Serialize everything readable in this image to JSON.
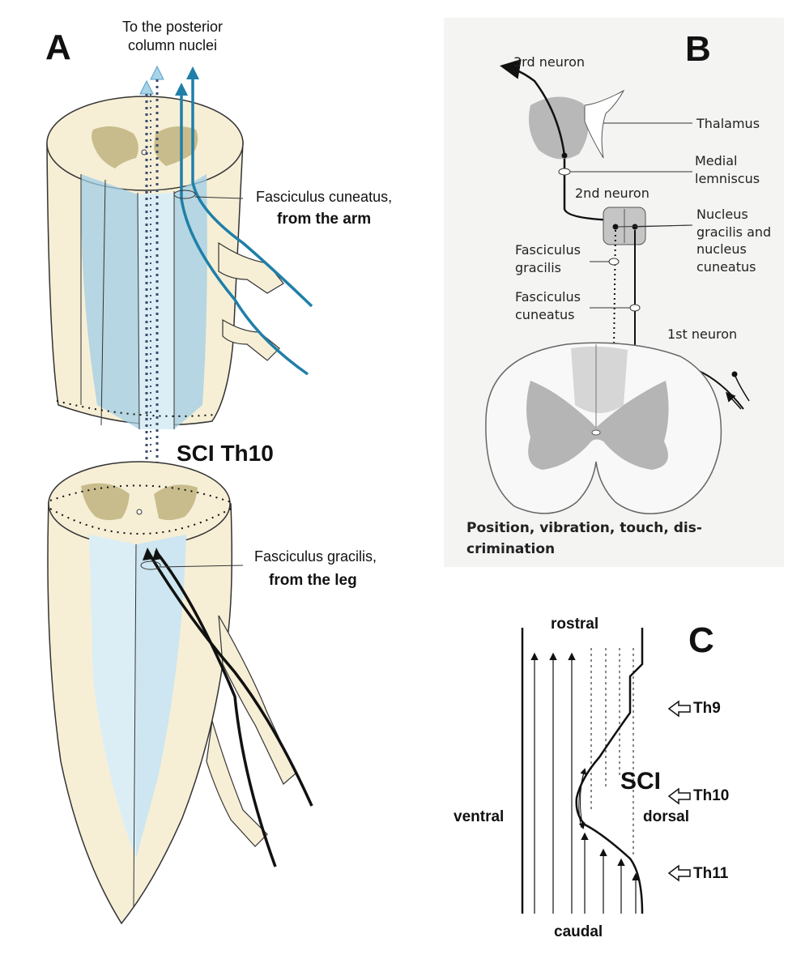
{
  "panelA": {
    "letter": "A",
    "top_label_line1": "To the posterior",
    "top_label_line2": "column nuclei",
    "cuneatus_line1": "Fasciculus cuneatus,",
    "cuneatus_line2": "from the arm",
    "lesion": "SCI Th10",
    "gracilis_line1": "Fasciculus gracilis,",
    "gracilis_line2": "from the leg",
    "colors": {
      "cord": "#f6efd6",
      "white_matter": "#dbeef6",
      "tract": "#7fbadc",
      "grey": "#c8bc8c",
      "arm_fiber": "#1f7fa8"
    }
  },
  "panelB": {
    "letter": "B",
    "third_neuron": "3rd neuron",
    "thalamus": "Thalamus",
    "medial_lemniscus_line1": "Medial",
    "medial_lemniscus_line2": "lemniscus",
    "second_neuron": "2nd neuron",
    "nucleus_line1": "Nucleus",
    "nucleus_line2": "gracilis and",
    "nucleus_line3": "nucleus",
    "nucleus_line4": "cuneatus",
    "fg_line1": "Fasciculus",
    "fg_line2": "gracilis",
    "fc_line1": "Fasciculus",
    "fc_line2": "cuneatus",
    "first_neuron": "1st neuron",
    "caption_line1": "Position, vibration, touch, dis-",
    "caption_line2": "crimination",
    "colors": {
      "background": "#f4f4f3",
      "grey_matter": "#b5b5b5",
      "dorsal_column": "#d6d6d6"
    }
  },
  "panelC": {
    "letter": "C",
    "rostral": "rostral",
    "caudal": "caudal",
    "ventral": "ventral",
    "dorsal": "dorsal",
    "sci": "SCI",
    "th9": "Th9",
    "th10": "Th10",
    "th11": "Th11"
  }
}
